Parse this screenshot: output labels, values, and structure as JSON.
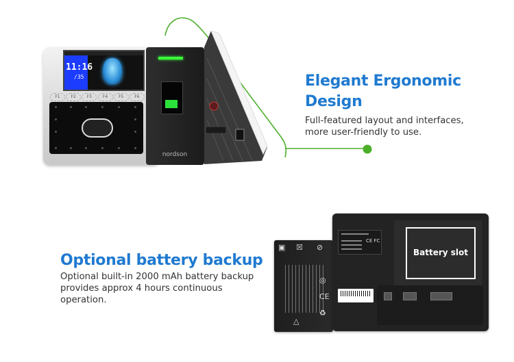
{
  "features": [
    {
      "title_line1": "Elegant Ergonomic",
      "title_line2": "Design",
      "desc_line1": "Full-featured layout and interfaces,",
      "desc_line2": "more user-friendly to use."
    },
    {
      "title": "Optional battery backup",
      "desc_line1": "Optional built-in 2000 mAh battery backup",
      "desc_line2": "provides approx 4 hours continuous",
      "desc_line3": "operation."
    }
  ],
  "device": {
    "screen_time": "11:16",
    "screen_date": "/35",
    "function_keys": [
      "F1",
      "F2",
      "F3",
      "F4",
      "F5",
      "F6"
    ],
    "brand": "nordson"
  },
  "back_panel": {
    "slot_label": "Battery slot"
  },
  "colors": {
    "title_blue": "#1f7ad0",
    "accent_green": "#4caf2a",
    "text_gray": "#333333"
  }
}
